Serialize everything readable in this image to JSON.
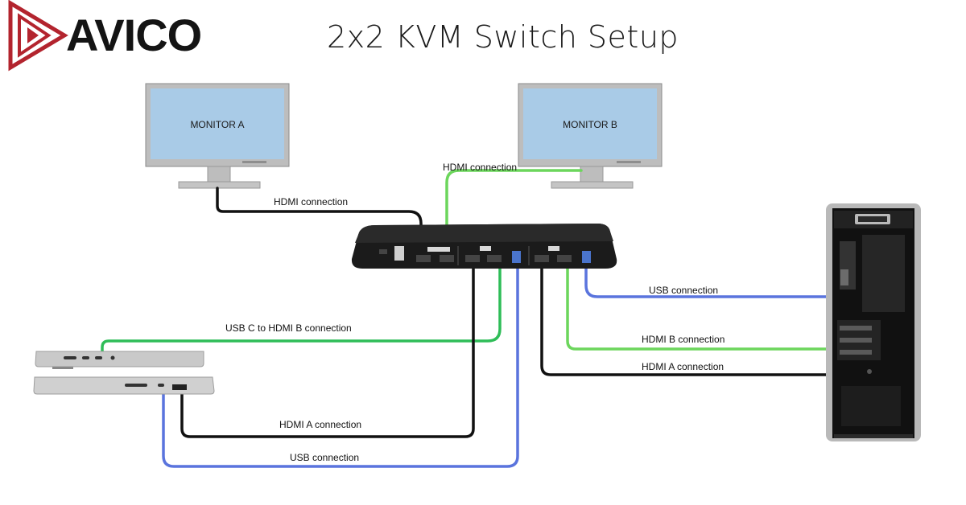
{
  "brand": {
    "name": "AVICO"
  },
  "title": "2x2  KVM Switch Setup",
  "monitors": {
    "a_label": "MONITOR A",
    "b_label": "MONITOR B"
  },
  "connections": {
    "monitor_a_hdmi": "HDMI connection",
    "monitor_b_hdmi": "HDMI connection",
    "usb_c_hdmi_b": "USB C to HDMI B connection",
    "laptop_hdmi_a": "HDMI A connection",
    "laptop_usb": "USB connection",
    "pc_usb": "USB connection",
    "pc_hdmi_b": "HDMI B connection",
    "pc_hdmi_a": "HDMI A connection"
  },
  "colors": {
    "hdmi": "#111111",
    "hdmi_b": "#6cd65c",
    "usb": "#5a74dd",
    "brand_red": "#b3242e",
    "screen": "#a9cbe7"
  }
}
